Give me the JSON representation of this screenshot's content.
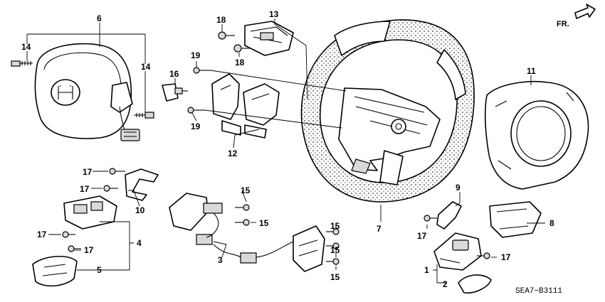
{
  "diagram": {
    "part_code": "SEA7−B3111",
    "direction_label": "FR.",
    "callouts": {
      "c1": "1",
      "c2": "2",
      "c3": "3",
      "c4": "4",
      "c5": "5",
      "c6": "6",
      "c7": "7",
      "c8": "8",
      "c9": "9",
      "c10": "10",
      "c11": "11",
      "c12": "12",
      "c13": "13",
      "c14a": "14",
      "c14b": "14",
      "c15a": "15",
      "c15b": "15",
      "c15c": "15",
      "c15d": "15",
      "c15e": "15",
      "c16": "16",
      "c17a": "17",
      "c17b": "17",
      "c17c": "17",
      "c17d": "17",
      "c17e": "17",
      "c17f": "17",
      "c18a": "18",
      "c18b": "18",
      "c19a": "19",
      "c19b": "19"
    }
  }
}
